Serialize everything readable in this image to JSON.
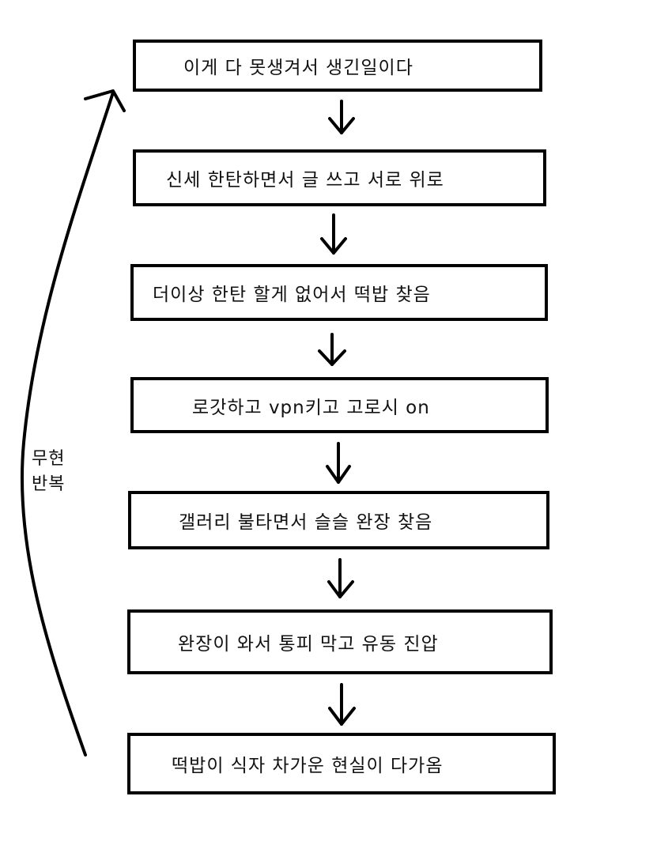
{
  "diagram": {
    "type": "flowchart",
    "steps": [
      {
        "label": "이게 다 못생겨서 생긴일이다"
      },
      {
        "label": "신세 한탄하면서 글 쓰고 서로 위로"
      },
      {
        "label": "더이상 한탄 할게 없어서 떡밥 찾음"
      },
      {
        "label": "로갓하고 vpn키고 고로시 on"
      },
      {
        "label": "갤러리 불타면서 슬슬 완장 찾음"
      },
      {
        "label": "완장이 와서 통피 막고 유동 진압"
      },
      {
        "label": "떡밥이 식자 차가운 현실이 다가옴"
      }
    ],
    "loop_label_line1": "무현",
    "loop_label_line2": "반복",
    "loop_from": 7,
    "loop_to": 1
  }
}
